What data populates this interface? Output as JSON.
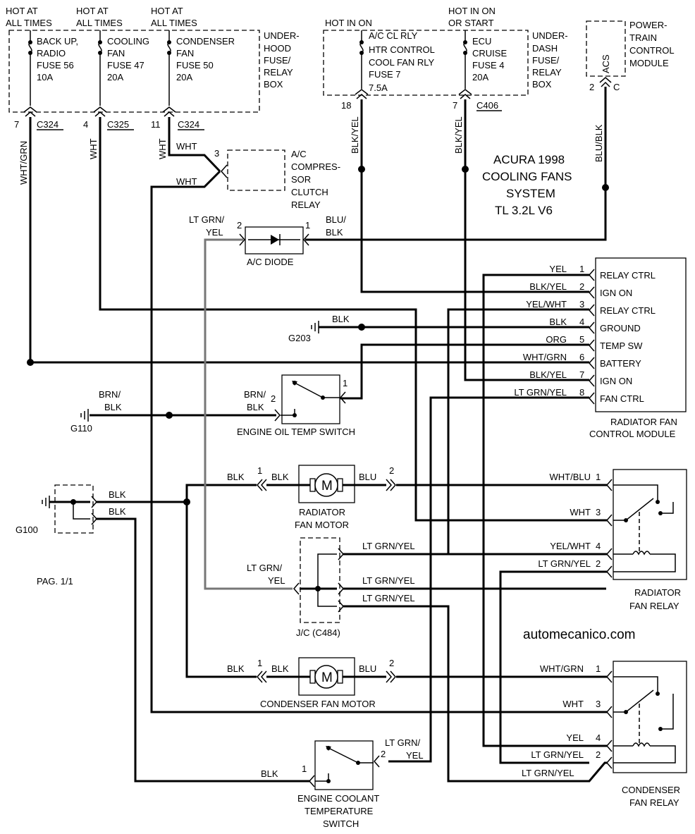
{
  "labels": {
    "hot1": [
      "HOT AT",
      "ALL TIMES"
    ],
    "hot2": [
      "HOT AT",
      "ALL TIMES"
    ],
    "hot3": [
      "HOT AT",
      "ALL TIMES"
    ],
    "fuse56": [
      "BACK UP,",
      "RADIO",
      "FUSE 56",
      "10A"
    ],
    "fuse47": [
      "COOLING",
      "FAN",
      "FUSE 47",
      "20A"
    ],
    "fuse50": [
      "CONDENSER",
      "FAN",
      "FUSE 50",
      "20A"
    ],
    "underhood": [
      "UNDER-",
      "HOOD",
      "FUSE/",
      "RELAY",
      "BOX"
    ],
    "hot_in_on": "HOT IN ON",
    "hot_in_on_start": [
      "HOT IN ON",
      "OR START"
    ],
    "fuse7": [
      "A/C CL RLY",
      "HTR CONTROL",
      "COOL FAN RLY",
      "FUSE 7",
      "7.5A"
    ],
    "fuse4": [
      "ECU",
      "CRUISE",
      "FUSE 4",
      "20A"
    ],
    "underdash": [
      "UNDER-",
      "DASH",
      "FUSE/",
      "RELAY",
      "BOX"
    ],
    "pcm": [
      "POWER-",
      "TRAIN",
      "CONTROL",
      "MODULE"
    ],
    "acs": "ACS",
    "pcm_pin_num": "2",
    "pcm_pin_letter": "C",
    "title": [
      "ACURA 1998",
      "COOLING FANS",
      "SYSTEM",
      "TL 3.2L V6"
    ],
    "conn_c324a": "C324",
    "conn_c325": "C325",
    "conn_c324b": "C324",
    "conn_c406": "C406",
    "pin_7": "7",
    "pin_4": "4",
    "pin_11": "11",
    "pin_18": "18",
    "pin_7b": "7",
    "wire_wht_grn_v": "WHT/GRN",
    "wire_wht_v": "WHT",
    "wire_wht_v2": "WHT",
    "wire_wht_h1": "WHT",
    "wire_wht_h2": "WHT",
    "wire_blk_yel_v1": "BLK/YEL",
    "wire_blk_yel_v2": "BLK/YEL",
    "wire_blu_blk_v": "BLU/BLK",
    "ac_relay": [
      "A/C",
      "COMPRES-",
      "SOR",
      "CLUTCH",
      "RELAY"
    ],
    "ac_relay_pin": "3",
    "diode_label": "A/C DIODE",
    "diode_left_wire": [
      "LT GRN/",
      "YEL"
    ],
    "diode_left_pin": "2",
    "diode_right_pin": "1",
    "diode_right_wire": [
      "BLU/",
      "BLK"
    ],
    "module_title": [
      "RADIATOR FAN",
      "CONTROL MODULE"
    ],
    "module_pins": [
      {
        "wire": "YEL",
        "pin": "1",
        "name": "RELAY CTRL"
      },
      {
        "wire": "BLK/YEL",
        "pin": "2",
        "name": "IGN ON"
      },
      {
        "wire": "YEL/WHT",
        "pin": "3",
        "name": "RELAY CTRL"
      },
      {
        "wire": "BLK",
        "pin": "4",
        "name": "GROUND"
      },
      {
        "wire": "ORG",
        "pin": "5",
        "name": "TEMP SW"
      },
      {
        "wire": "WHT/GRN",
        "pin": "6",
        "name": "BATTERY"
      },
      {
        "wire": "BLK/YEL",
        "pin": "7",
        "name": "IGN ON"
      },
      {
        "wire": "LT GRN/YEL",
        "pin": "8",
        "name": "FAN CTRL"
      }
    ],
    "g203_wire": "BLK",
    "g203": "G203",
    "oil_switch_label": "ENGINE OIL TEMP SWITCH",
    "oil_switch_wire": [
      "BRN/",
      "BLK"
    ],
    "oil_switch_pin2": "2",
    "oil_switch_pin1": "1",
    "g110_wire": [
      "BRN/",
      "BLK"
    ],
    "g110": "G110",
    "rad_motor_label": [
      "RADIATOR",
      "FAN MOTOR"
    ],
    "rad_motor_left_wire": "BLK",
    "rad_motor_left_pin": "1",
    "rad_motor_in_wire": "BLK",
    "rad_motor_out_wire": "BLU",
    "rad_motor_right_pin": "2",
    "motor_symbol": "M",
    "g100": "G100",
    "g100_wire1": "BLK",
    "g100_wire2": "BLK",
    "rad_relay_title": [
      "RADIATOR",
      "FAN RELAY"
    ],
    "rad_relay_pins": [
      {
        "wire": "WHT/BLU",
        "pin": "1"
      },
      {
        "wire": "WHT",
        "pin": "3"
      },
      {
        "wire": "YEL/WHT",
        "pin": "4"
      },
      {
        "wire": "LT GRN/YEL",
        "pin": "2"
      }
    ],
    "jc_label": "J/C (C484)",
    "jc_left_wire": [
      "LT GRN/",
      "YEL"
    ],
    "jc_wires": [
      "LT GRN/YEL",
      "LT GRN/YEL",
      "LT GRN/YEL"
    ],
    "page": "PAG. 1/1",
    "site": "automecanico.com",
    "cond_motor_label": "CONDENSER FAN MOTOR",
    "cond_motor_left_wire": "BLK",
    "cond_motor_left_pin": "1",
    "cond_motor_in_wire": "BLK",
    "cond_motor_out_wire": "BLU",
    "cond_motor_right_pin": "2",
    "cond_relay_title": [
      "CONDENSER",
      "FAN RELAY"
    ],
    "cond_relay_pins": [
      {
        "wire": "WHT/GRN",
        "pin": "1"
      },
      {
        "wire": "WHT",
        "pin": "3"
      },
      {
        "wire": "YEL",
        "pin": "4"
      },
      {
        "wire": "LT GRN/YEL",
        "pin": "2"
      }
    ],
    "cond_relay_extra_wire": "LT GRN/YEL",
    "coolant_switch_label": [
      "ENGINE COOLANT",
      "TEMPERATURE",
      "SWITCH"
    ],
    "coolant_left_wire": "BLK",
    "coolant_left_pin": "1",
    "coolant_right_pin": "2",
    "coolant_right_wire": [
      "LT GRN/",
      "YEL"
    ]
  }
}
